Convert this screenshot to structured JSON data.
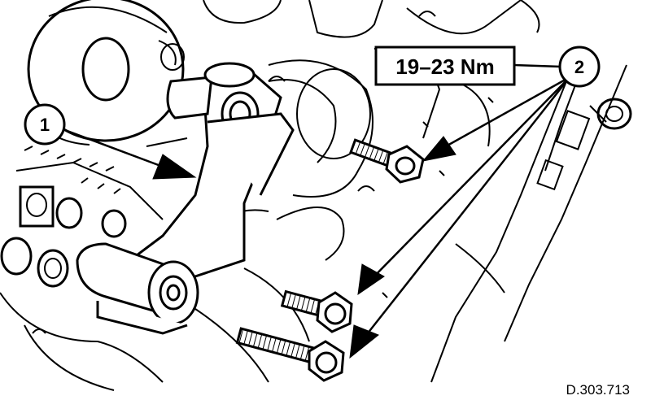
{
  "figure": {
    "callouts": [
      {
        "id": "1",
        "label": "1"
      },
      {
        "id": "2",
        "label": "2"
      }
    ],
    "torque_spec": "19–23 Nm",
    "reference_code": "D.303.713"
  }
}
